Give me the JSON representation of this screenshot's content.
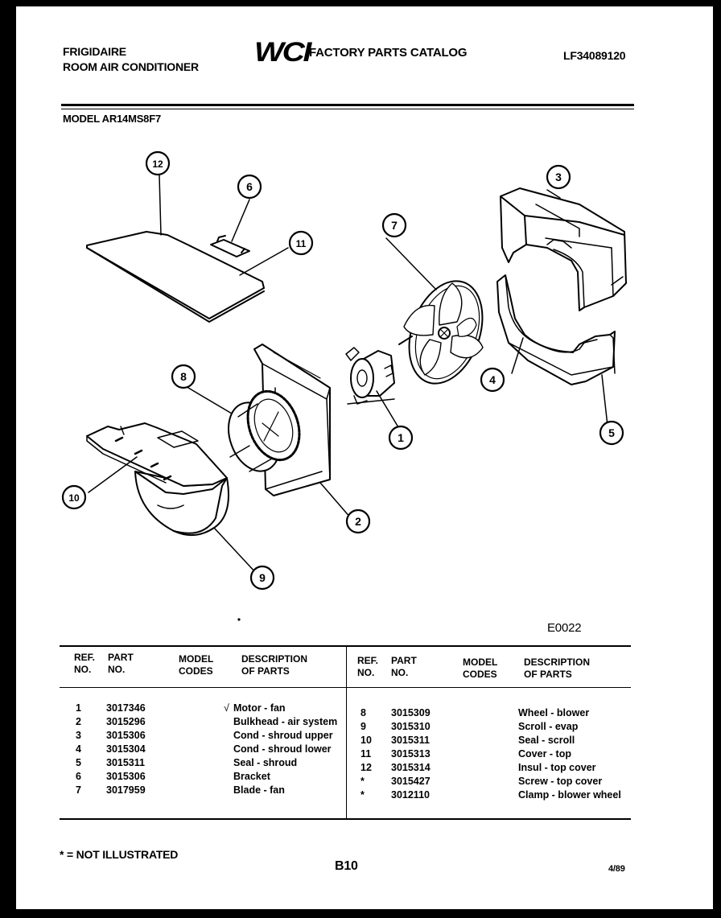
{
  "header": {
    "brand": "FRIGIDAIRE",
    "product": "ROOM AIR CONDITIONER",
    "catalog_logo": "WCI",
    "catalog_title": "FACTORY PARTS CATALOG",
    "catalog_number": "LF34089120",
    "model": "MODEL AR14MS8F7"
  },
  "diagram": {
    "callouts": [
      "1",
      "2",
      "3",
      "4",
      "5",
      "6",
      "7",
      "8",
      "9",
      "10",
      "11",
      "12"
    ],
    "figure_code": "E0022"
  },
  "table": {
    "headers": {
      "ref_no": [
        "REF.",
        "NO."
      ],
      "part_no": [
        "PART",
        "NO."
      ],
      "model_codes": [
        "MODEL",
        "CODES"
      ],
      "description": [
        "DESCRIPTION",
        "OF PARTS"
      ]
    },
    "left": {
      "refs": [
        "1",
        "2",
        "3",
        "4",
        "5",
        "6",
        "7"
      ],
      "parts": [
        "3017346",
        "3015296",
        "3015306",
        "3015304",
        "3015311",
        "3015306",
        "3017959"
      ],
      "marks": [
        "√",
        "",
        "",
        "",
        "",
        "",
        ""
      ],
      "descriptions": [
        "Motor - fan",
        "Bulkhead - air system",
        "Cond - shroud upper",
        "Cond - shroud lower",
        "Seal - shroud",
        "Bracket",
        "Blade - fan"
      ]
    },
    "right": {
      "refs": [
        "8",
        "9",
        "10",
        "11",
        "12",
        "*",
        "*"
      ],
      "parts": [
        "3015309",
        "3015310",
        "3015311",
        "3015313",
        "3015314",
        "3015427",
        "3012110"
      ],
      "descriptions": [
        "Wheel - blower",
        "Scroll - evap",
        "Seal - scroll",
        "Cover - top",
        "Insul - top cover",
        "Screw - top cover",
        "Clamp - blower wheel"
      ]
    }
  },
  "footer": {
    "note": "* = NOT ILLUSTRATED",
    "page": "B10",
    "date": "4/89"
  }
}
